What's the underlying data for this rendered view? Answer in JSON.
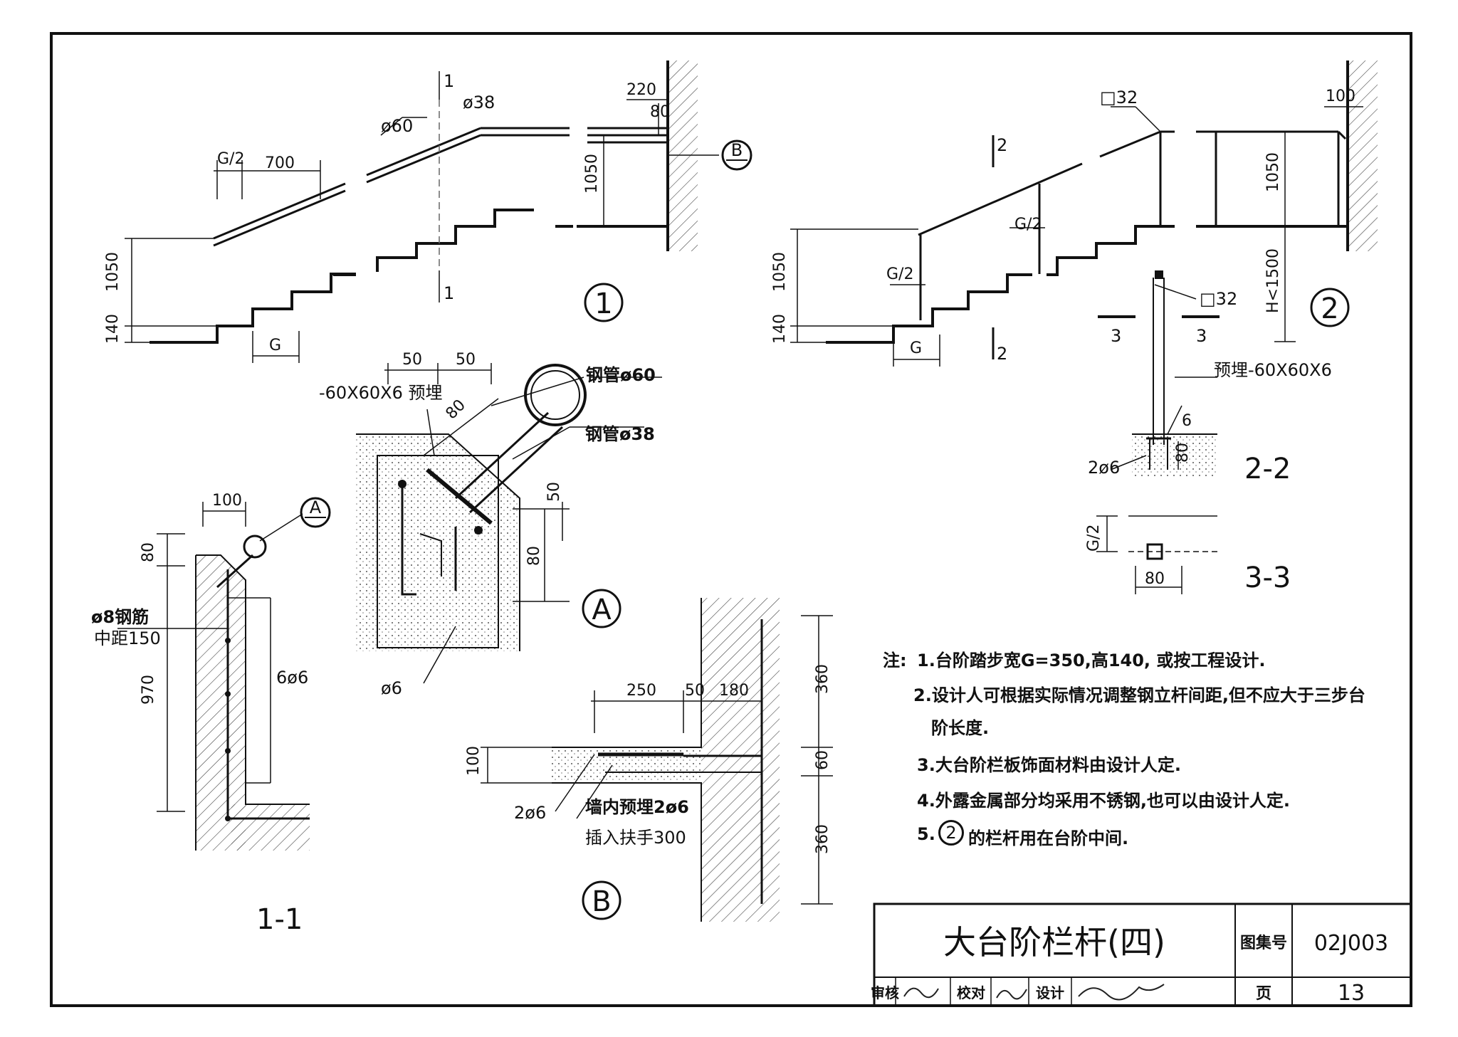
{
  "title_block": {
    "title": "大台阶栏杆(四)",
    "atlas_label": "图集号",
    "atlas_no": "02J003",
    "review_label": "审核",
    "check_label": "校对",
    "design_label": "设计",
    "page_label": "页",
    "page_no": "13"
  },
  "notes": {
    "prefix": "注:",
    "items": [
      "1.台阶踏步宽G=350,高140, 或按工程设计.",
      "2.设计人可根据实际情况调整钢立杆间距,但不应大于三步台",
      "阶长度.",
      "3.大台阶栏板饰面材料由设计人定.",
      "4.外露金属部分均采用不锈钢,也可以由设计人定.",
      "5.",
      "的栏杆用在台阶中间."
    ],
    "item5_circle": "2"
  },
  "drawing1": {
    "marker": "1",
    "section_mark": "1",
    "detail_ref": "B",
    "dims": {
      "g_half": "G/2",
      "spacing": "700",
      "g": "G",
      "rail_main": "ø60",
      "rail_sub": "ø38",
      "h_left": "1050",
      "step_h": "140",
      "h_right": "1050",
      "wall_offset": "220",
      "rail_wall": "80"
    }
  },
  "drawing2": {
    "marker": "2",
    "section_mark": "2",
    "section3_mark": "3",
    "dims": {
      "post": "□32",
      "post_side": "□32",
      "top_gap": "100",
      "h_right": "1050",
      "h_bottom": "H<1500",
      "g_half_a": "G/2",
      "g_half_b": "G/2",
      "g": "G",
      "h_left": "1050",
      "step_h": "140"
    }
  },
  "detailA": {
    "marker": "A",
    "embed": "-60X60X6 预埋",
    "pipe_main": "钢管ø60",
    "pipe_sub": "钢管ø38",
    "bar": "ø6",
    "dims": {
      "w1": "50",
      "w2": "50",
      "d1": "80",
      "h1": "50",
      "h2": "80"
    }
  },
  "section11": {
    "label": "1-1",
    "ref": "A",
    "rebar": "ø8钢筋",
    "rebar_spacing": "中距150",
    "bars": "6ø6",
    "dims": {
      "w": "100",
      "top": "80",
      "h": "970"
    }
  },
  "detailB": {
    "marker": "B",
    "bars": "2ø6",
    "embed_note": "墙内预埋2ø6",
    "insert_note": "插入扶手300",
    "dims": {
      "w1": "250",
      "w2": "50",
      "w3": "180",
      "h": "100",
      "v1": "360",
      "v2": "60",
      "v3": "360"
    }
  },
  "section22": {
    "label": "2-2",
    "embed": "预埋-60X60X6",
    "bars": "2ø6",
    "dims": {
      "t": "6",
      "h": "80"
    }
  },
  "section33": {
    "label": "3-3",
    "dims": {
      "g_half": "G/2",
      "w": "80"
    }
  }
}
